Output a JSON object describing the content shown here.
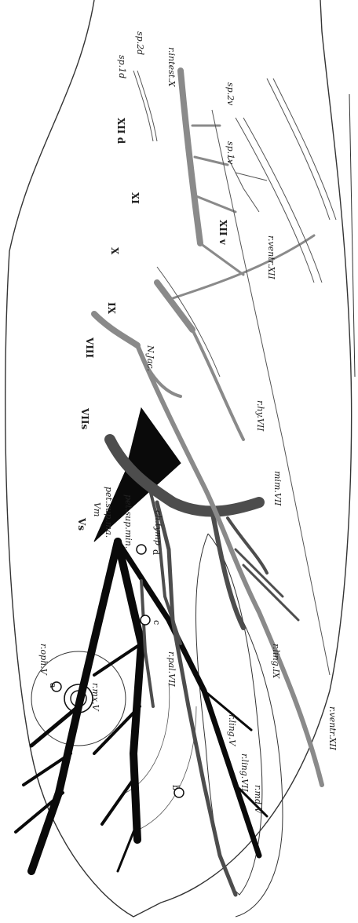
{
  "labels": {
    "roph": "r.oph.V",
    "rmx": "r.mx.V",
    "vs": "Vs",
    "vm": "Vm",
    "petsupma": "pet.sup.ma.",
    "petsupmin": "pet.sup.min.",
    "chtymp": "ch.tymp",
    "rpal": "r.pal.VII",
    "rlingV": "r.ling.V",
    "rlingVII": "r.ling.VII",
    "rmdV": "r.md.V",
    "rlingIX": "r.ling.IX",
    "mimVII": "mim.VII",
    "hyVII": "r.hy.VII",
    "viis": "VIIs",
    "viii": "VIII",
    "njac": "N.Jac.",
    "ix": "IX",
    "x": "X",
    "xi": "XI",
    "xiid": "XII d",
    "xiiv": "XII v",
    "sp1d": "sp.1d",
    "sp2d": "sp.2d",
    "sp1v": "sp.1v",
    "sp2v": "sp.2v",
    "rintest": "r.intest.X",
    "rventr1": "r.ventr.XII",
    "rventr2": "r.ventr.XII",
    "node_a": "a",
    "node_b": "b",
    "node_c": "c",
    "node_d": "d"
  },
  "colors": {
    "trigeminal": "#0a0a0a",
    "facial": "#4d4d4d",
    "vagus": "#8a8a8a",
    "outline": "#333333"
  }
}
